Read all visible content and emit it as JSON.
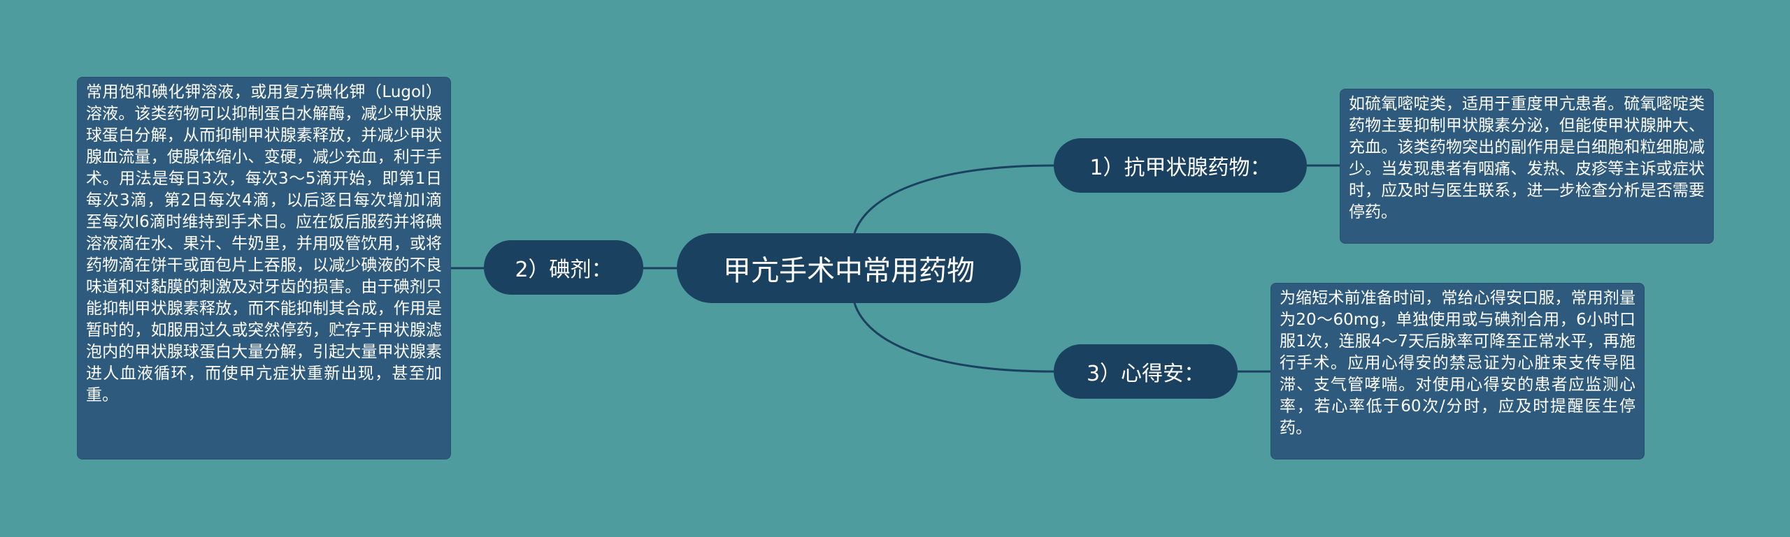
{
  "colors": {
    "background": "#4e9c9d",
    "node_fill": "#1b4161",
    "leaf_fill": "#2e5a7d",
    "connector": "#1b4161"
  },
  "central": {
    "label": "甲亢手术中常用药物"
  },
  "branches": {
    "left": {
      "label": "2）碘剂：",
      "text": "常用饱和碘化钾溶液，或用复方碘化钾（Lugol）溶液。该类药物可以抑制蛋白水解酶，减少甲状腺球蛋白分解，从而抑制甲状腺素释放，并减少甲状腺血流量，使腺体缩小、变硬，减少充血，利于手术。用法是每日3次，每次3～5滴开始，即第1日每次3滴，第2日每次4滴，以后逐日每次增加l滴至每次l6滴时维持到手术日。应在饭后服药并将碘溶液滴在水、果汁、牛奶里，并用吸管饮用，或将药物滴在饼干或面包片上吞服，以减少碘液的不良味道和对黏膜的刺激及对牙齿的损害。由于碘剂只能抑制甲状腺素释放，而不能抑制其合成，作用是暂时的，如服用过久或突然停药，贮存于甲状腺滤泡内的甲状腺球蛋白大量分解，引起大量甲状腺素进人血液循环，而使甲亢症状重新出现，甚至加重。"
    },
    "right_top": {
      "label": "1）抗甲状腺药物：",
      "text": "如硫氧嘧啶类，适用于重度甲亢患者。硫氧嘧啶类药物主要抑制甲状腺素分泌，但能使甲状腺肿大、充血。该类药物突出的副作用是白细胞和粒细胞减少。当发现患者有咽痛、发热、皮疹等主诉或症状时，应及时与医生联系，进一步检查分析是否需要停药。"
    },
    "right_bottom": {
      "label": "3）心得安：",
      "text": "为缩短术前准备时间，常给心得安口服，常用剂量为20～60mg，单独使用或与碘剂合用，6小时口服1次，连服4～7天后脉率可降至正常水平，再施行手术。应用心得安的禁忌证为心脏束支传导阻滞、支气管哮喘。对使用心得安的患者应监测心率，若心率低于60次/分时，应及时提醒医生停药。"
    }
  }
}
